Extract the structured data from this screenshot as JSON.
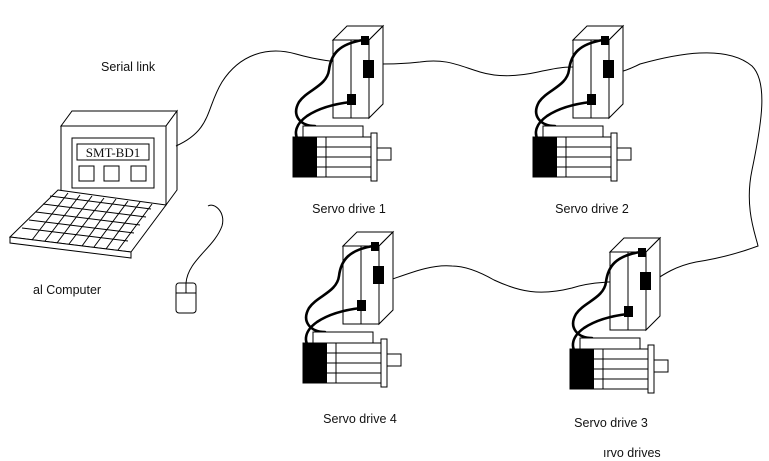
{
  "labels": {
    "serial_link": "Serial link",
    "computer": "al Computer",
    "screen_text": "SMT-BD1",
    "drive_1": "Servo drive 1",
    "drive_2": "Servo drive 2",
    "drive_3": "Servo drive 3",
    "drive_4": "Servo drive 4",
    "bottom_caption": "ırvo drives"
  }
}
